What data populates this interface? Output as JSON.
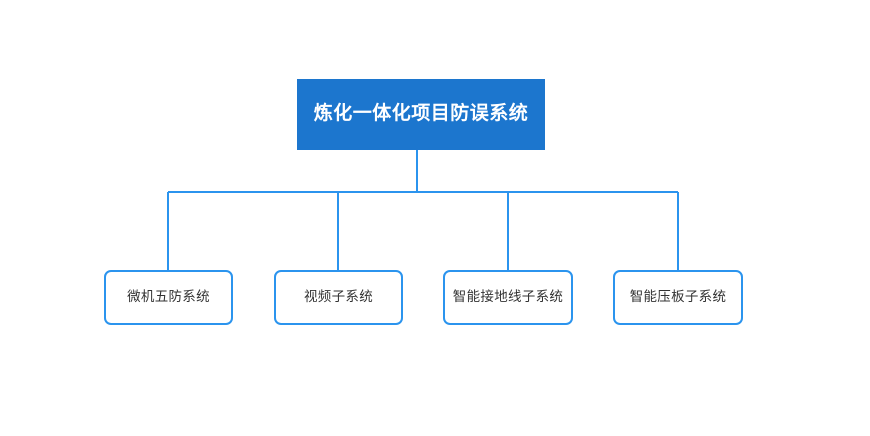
{
  "diagram": {
    "type": "organization-tree",
    "background_color": "#ffffff",
    "root": {
      "label": "炼化一体化项目防误系统",
      "fill_color": "#1c76ce",
      "text_color": "#ffffff"
    },
    "connector": {
      "color": "#2b94ee",
      "width": 2
    },
    "children": [
      {
        "label": "微机五防系统",
        "border_color": "#2b94ee",
        "fill_color": "#ffffff",
        "text_color": "#333333"
      },
      {
        "label": "视频子系统",
        "border_color": "#2b94ee",
        "fill_color": "#ffffff",
        "text_color": "#333333"
      },
      {
        "label": "智能接地线子系统",
        "border_color": "#2b94ee",
        "fill_color": "#ffffff",
        "text_color": "#333333"
      },
      {
        "label": "智能压板子系统",
        "border_color": "#2b94ee",
        "fill_color": "#ffffff",
        "text_color": "#333333"
      }
    ]
  }
}
